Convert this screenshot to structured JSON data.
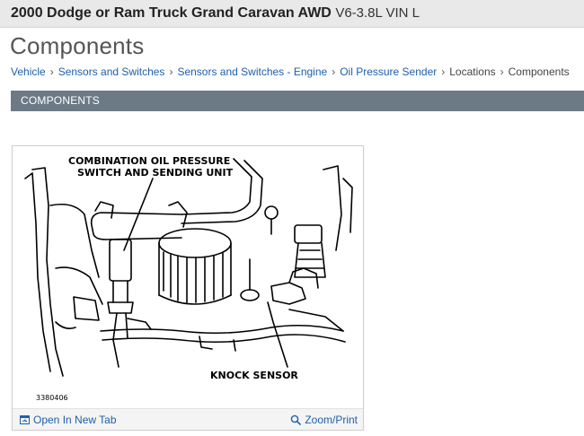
{
  "header": {
    "vehicle": "2000 Dodge or Ram Truck Grand Caravan AWD",
    "engine": "V6-3.8L VIN L"
  },
  "page": {
    "title": "Components"
  },
  "breadcrumb": {
    "items": [
      {
        "label": "Vehicle",
        "link": true
      },
      {
        "label": "Sensors and Switches",
        "link": true
      },
      {
        "label": "Sensors and Switches - Engine",
        "link": true
      },
      {
        "label": "Oil Pressure Sender",
        "link": true
      },
      {
        "label": "Locations",
        "link": false
      },
      {
        "label": "Components",
        "link": false
      }
    ]
  },
  "section": {
    "title": "COMPONENTS"
  },
  "figure": {
    "callout_top_line1": "COMBINATION OIL PRESSURE",
    "callout_top_line2": "SWITCH AND SENDING UNIT",
    "callout_bottom": "KNOCK SENSOR",
    "figure_id": "3380406",
    "open_label": "Open In New Tab",
    "zoom_label": "Zoom/Print",
    "open_icon": "external-window-icon",
    "zoom_icon": "magnifier-icon"
  },
  "colors": {
    "link": "#1f5fa8",
    "section_bar": "#6c7a86",
    "top_bar": "#e9e9e9"
  }
}
